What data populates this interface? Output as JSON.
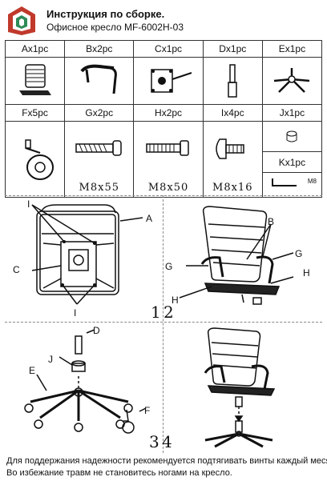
{
  "header": {
    "title": "Инструкция по сборке.",
    "subtitle": "Офисное кресло MF-6002H-03"
  },
  "parts": [
    {
      "label": "Ax1pc",
      "icon": "backrest-seat-icon"
    },
    {
      "label": "Bx2pc",
      "icon": "armrest-icon"
    },
    {
      "label": "Cx1pc",
      "icon": "mechanism-icon"
    },
    {
      "label": "Dx1pc",
      "icon": "gas-lift-icon"
    },
    {
      "label": "Ex1pc",
      "icon": "base-icon"
    },
    {
      "label": "Fx5pc",
      "icon": "caster-icon"
    },
    {
      "label": "Gx2pc",
      "icon": "bolt-icon",
      "spec": "M8x55"
    },
    {
      "label": "Hx2pc",
      "icon": "bolt-icon",
      "spec": "M8x50"
    },
    {
      "label": "Ix4pc",
      "icon": "bolt-icon",
      "spec": "M8x16"
    },
    {
      "label": "Jx1pc",
      "icon": "cover-icon"
    },
    {
      "label": "Kx1pc",
      "icon": "hex-key-icon",
      "spec": "M8"
    }
  ],
  "steps": {
    "s1": {
      "number": "1",
      "labels": {
        "A": "A",
        "C": "C",
        "I": "I"
      }
    },
    "s2": {
      "number": "2",
      "labels": {
        "B": "B",
        "G": "G",
        "H": "H"
      }
    },
    "s3": {
      "number": "3",
      "labels": {
        "D": "D",
        "J": "J",
        "E": "E",
        "F": "F"
      }
    },
    "s4": {
      "number": "4"
    }
  },
  "footer": {
    "line1": "Для поддержания надежности рекомендуется подтягивать винты каждый месяц.",
    "line2": "Во избежание травм не становитесь ногами на кресло."
  }
}
